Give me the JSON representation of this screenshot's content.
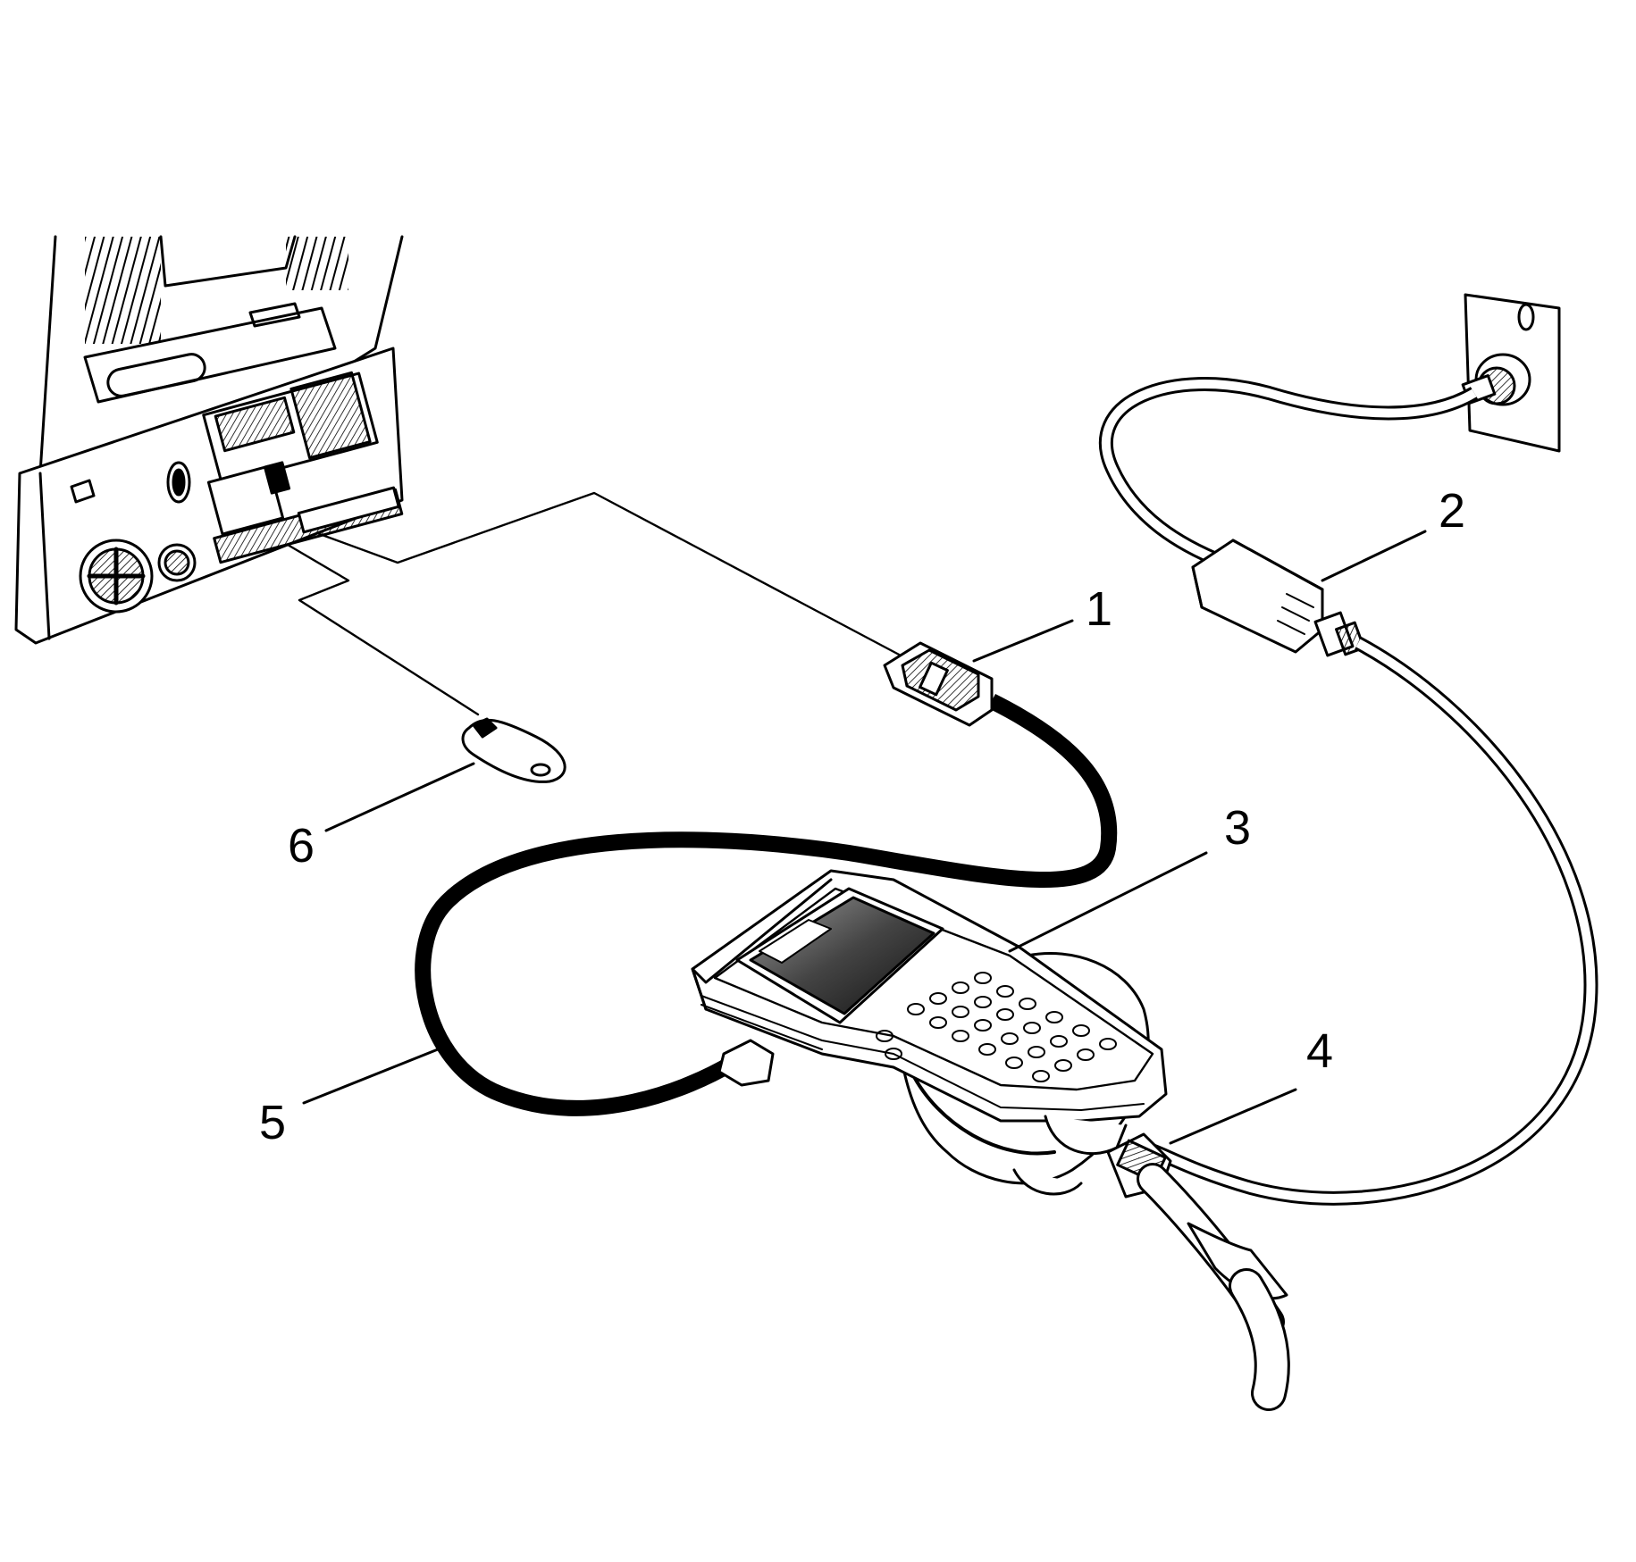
{
  "callouts": [
    {
      "id": "1",
      "label": "1"
    },
    {
      "id": "2",
      "label": "2"
    },
    {
      "id": "3",
      "label": "3"
    },
    {
      "id": "4",
      "label": "4"
    },
    {
      "id": "5",
      "label": "5"
    },
    {
      "id": "6",
      "label": "6"
    }
  ],
  "colors": {
    "ink": "#000000",
    "background": "#ffffff",
    "screen": "#3a3a3a"
  }
}
